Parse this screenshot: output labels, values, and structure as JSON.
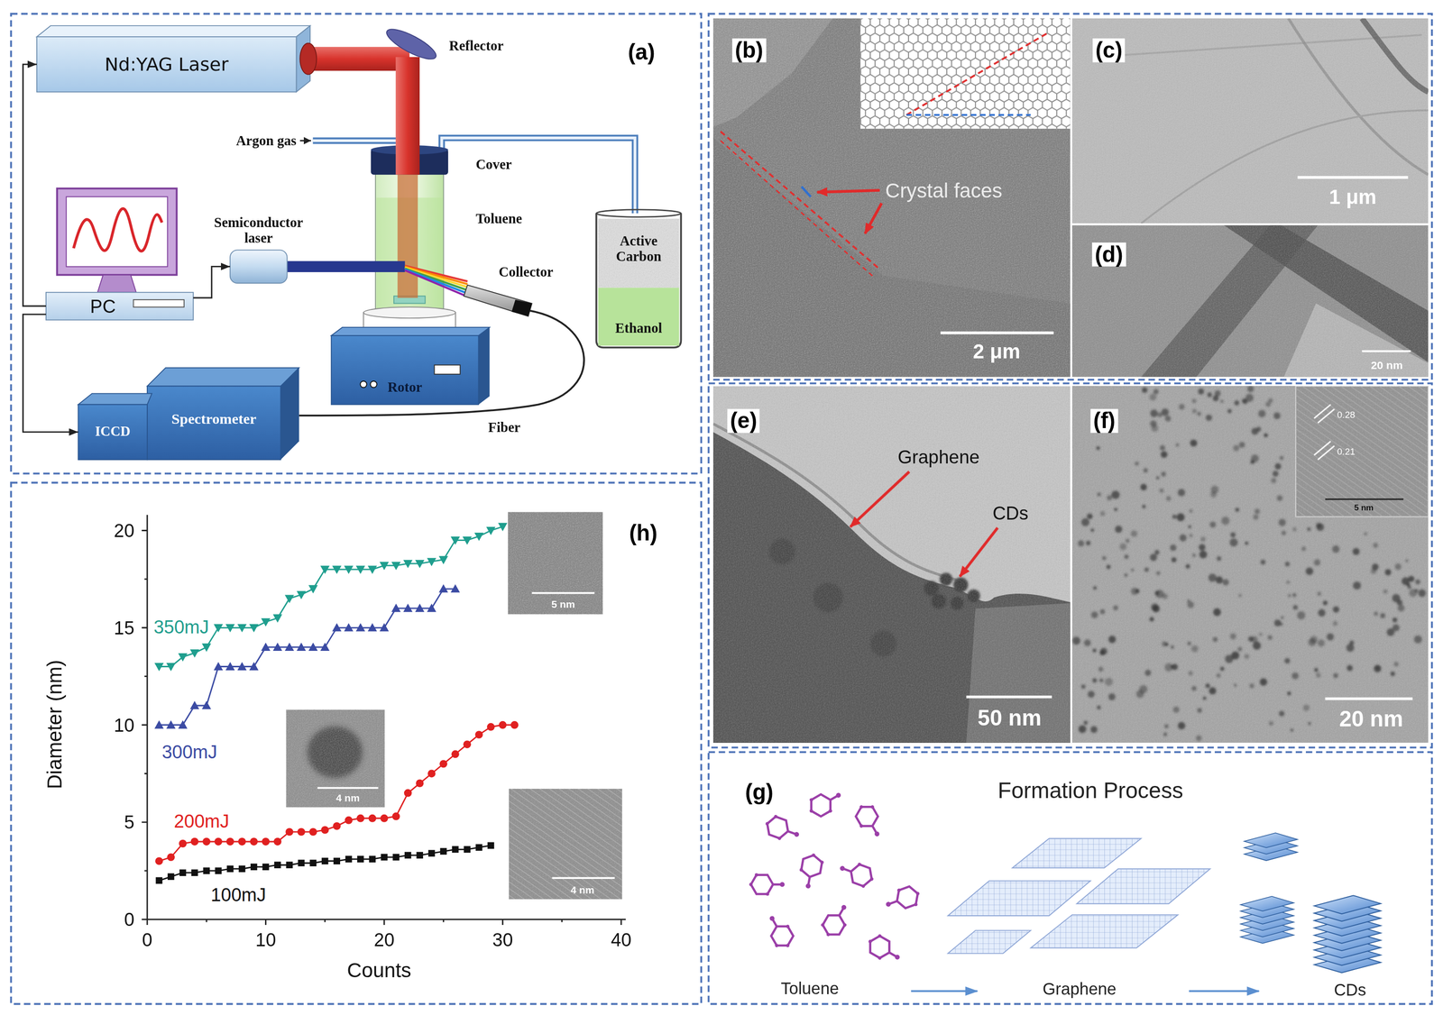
{
  "diagram": {
    "nodes": [
      {
        "text": [
          "Nd:YAG Laser"
        ]
      },
      {
        "text": [
          "PC"
        ]
      },
      {
        "text": [
          "Semiconductor laser"
        ]
      },
      {
        "text": [
          "Rotor"
        ]
      },
      {
        "text": [
          "Spectrometer"
        ]
      },
      {
        "text": [
          "ICCD"
        ]
      },
      {
        "text": [
          "Active Carbon",
          "Ethanol"
        ]
      }
    ],
    "edges": [
      {
        "from": 1,
        "to": 0,
        "arrow": "to"
      },
      {
        "from": 1,
        "to": 2,
        "arrow": "to"
      },
      {
        "from": 1,
        "to": 5,
        "arrow": "to"
      }
    ],
    "labels": [
      "(a)",
      "Reflector",
      "Argon gas",
      "Cover",
      "Toluene",
      "Collector",
      "Fiber",
      "(b)",
      "Crystal faces",
      "2 μm",
      "(c)",
      "1 μm",
      "(d)",
      "20 nm",
      "(e)",
      "Graphene",
      "CDs",
      "50 nm",
      "(f)",
      "0.28",
      "0.21",
      "5 nm",
      "20 nm",
      "(g)",
      "Formation Process",
      "Toluene",
      "Graphene",
      "CDs",
      "(h)",
      "Diameter (nm)",
      "Counts",
      "0",
      "5",
      "10",
      "15",
      "20",
      "0",
      "10",
      "20",
      "30",
      "40",
      "350mJ",
      "300mJ",
      "200mJ",
      "100mJ",
      "5 nm",
      "4 nm",
      "4 nm"
    ]
  }
}
